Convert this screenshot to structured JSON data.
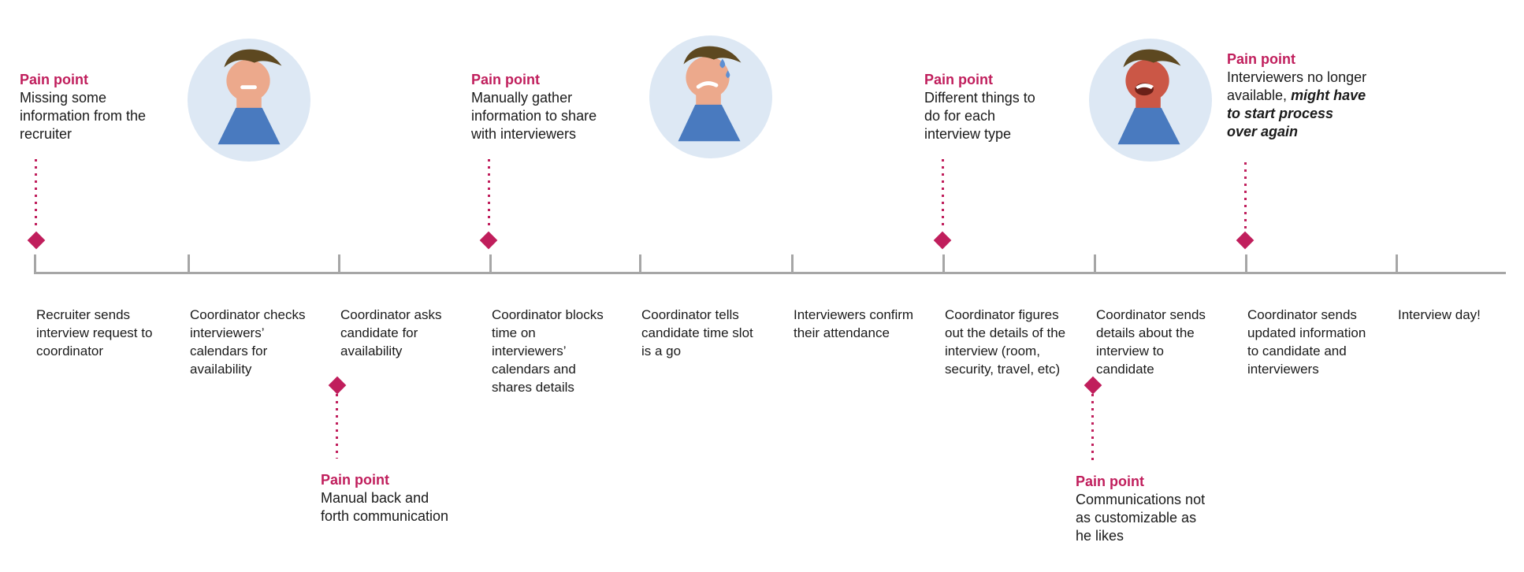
{
  "colors": {
    "accent_magenta": "#c01e5c",
    "timeline_gray": "#a6a6a6",
    "text": "#1a1a1a",
    "avatar_circle": "#dde8f4",
    "avatar_skin": "#eca98c",
    "avatar_skin_angry": "#cb5746",
    "avatar_hair": "#5d4820",
    "avatar_shirt": "#497abf",
    "sweat_blue": "#5d8fd3"
  },
  "pain_points_top": [
    {
      "title": "Pain point",
      "text": "Missing some information from the recruiter"
    },
    {
      "title": "Pain point",
      "text": "Manually gather information to share with interviewers"
    },
    {
      "title": "Pain point",
      "text": "Different things to do for each interview type"
    },
    {
      "title": "Pain point",
      "text": "Interviewers no longer available,",
      "emphasis": "might have to start process over again"
    }
  ],
  "pain_points_bottom": [
    {
      "title": "Pain point",
      "text": "Manual back and forth communication"
    },
    {
      "title": "Pain point",
      "text": "Communications not as customizable as he likes"
    }
  ],
  "avatars": [
    {
      "mood": "neutral"
    },
    {
      "mood": "worried"
    },
    {
      "mood": "angry"
    }
  ],
  "timeline": {
    "steps": [
      {
        "label": "Recruiter sends interview request to coordinator"
      },
      {
        "label": "Coordinator checks interviewers’ calendars for availability"
      },
      {
        "label": "Coordinator asks candidate for availability"
      },
      {
        "label": "Coordinator blocks time on interviewers’ calendars and shares details"
      },
      {
        "label": "Coordinator tells candidate time slot is a go"
      },
      {
        "label": "Interviewers confirm their attendance"
      },
      {
        "label": "Coordinator figures out the details of the interview (room, security, travel, etc)"
      },
      {
        "label": "Coordinator sends details about the interview to candidate"
      },
      {
        "label": "Coordinator sends updated information to candidate and interviewers"
      },
      {
        "label": "Interview day!"
      }
    ]
  }
}
